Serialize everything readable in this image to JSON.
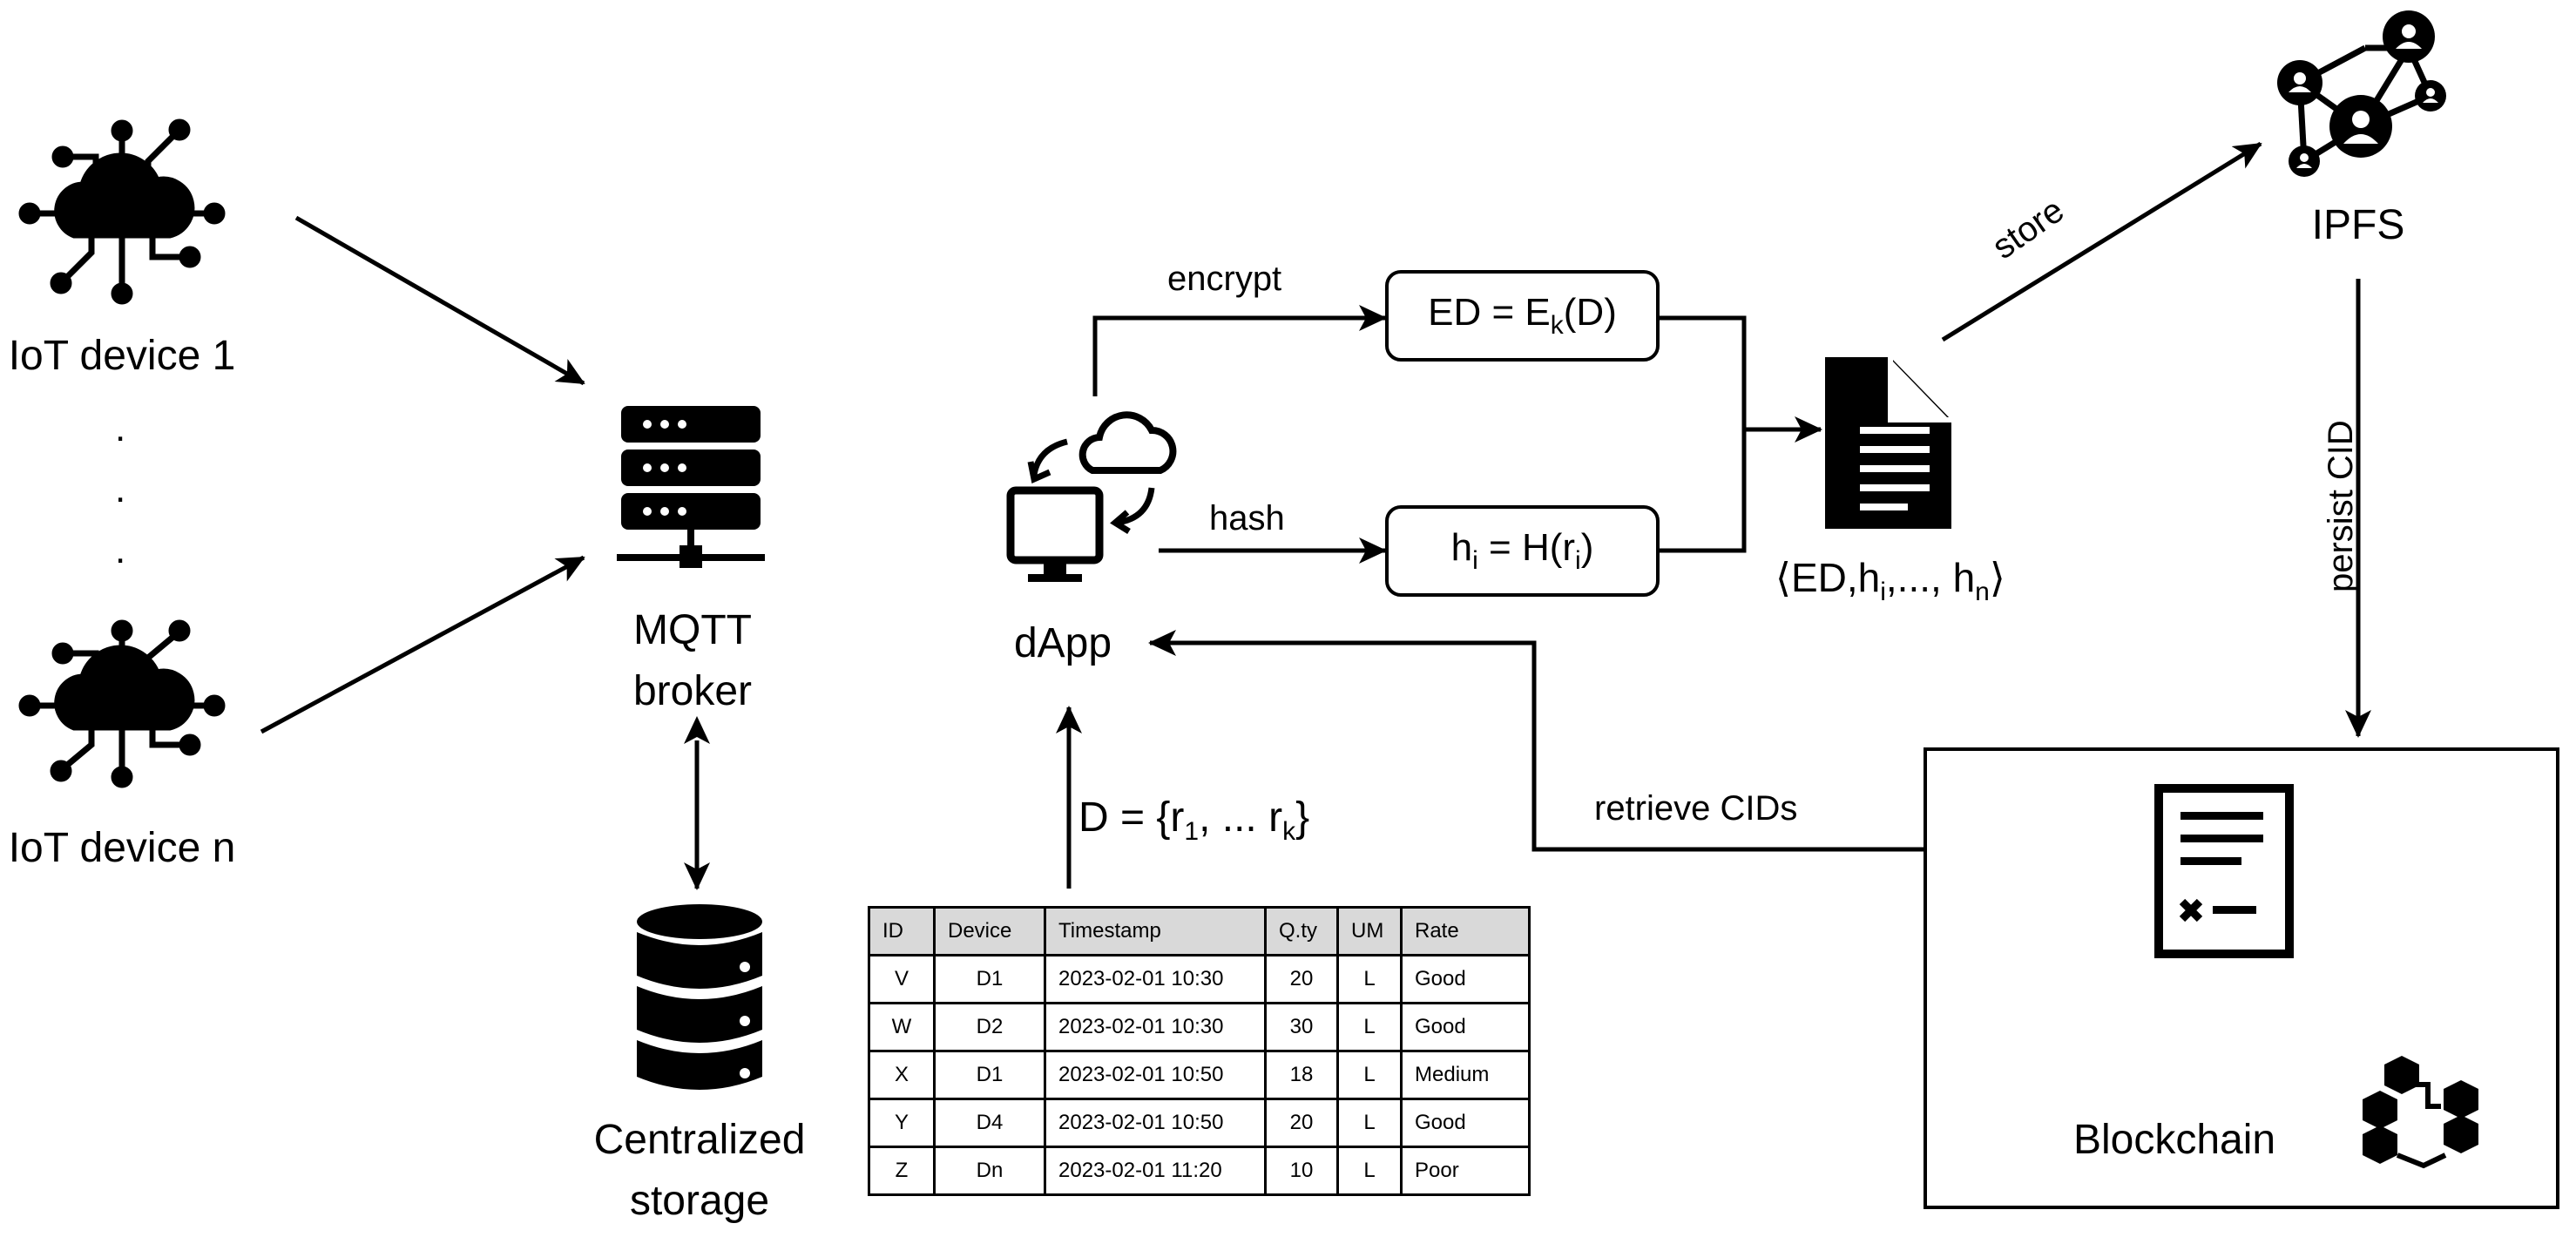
{
  "nodes": {
    "iot1": "IoT device 1",
    "iotn": "IoT device n",
    "broker_line1": "MQTT",
    "broker_line2": "broker",
    "storage_line1": "Centralized",
    "storage_line2": "storage",
    "dapp": "dApp",
    "ipfs": "IPFS",
    "blockchain": "Blockchain"
  },
  "edges": {
    "encrypt": "encrypt",
    "hash": "hash",
    "store": "store",
    "persist": "persist CID",
    "retrieve": "retrieve CIDs"
  },
  "formulas": {
    "ed_prefix": "ED = E",
    "ed_sub": "k",
    "ed_suffix": "(D)",
    "h_prefix": "h",
    "h_sub": "i",
    "h_mid": " = H(r",
    "h_sub2": "i",
    "h_suffix": ")",
    "tuple_a": "⟨ED,h",
    "tuple_sub1": "i",
    "tuple_b": ",..., h",
    "tuple_sub2": "n",
    "tuple_c": "⟩",
    "d_a": "D = {r",
    "d_sub1": "1",
    "d_b": ", ... r",
    "d_sub2": "k",
    "d_c": "}"
  },
  "table": {
    "headers": [
      "ID",
      "Device",
      "Timestamp",
      "Q.ty",
      "UM",
      "Rate"
    ],
    "rows": [
      [
        "V",
        "D1",
        "2023-02-01 10:30",
        "20",
        "L",
        "Good"
      ],
      [
        "W",
        "D2",
        "2023-02-01 10:30",
        "30",
        "L",
        "Good"
      ],
      [
        "X",
        "D1",
        "2023-02-01 10:50",
        "18",
        "L",
        "Medium"
      ],
      [
        "Y",
        "D4",
        "2023-02-01 10:50",
        "20",
        "L",
        "Good"
      ],
      [
        "Z",
        "Dn",
        "2023-02-01 11:20",
        "10",
        "L",
        "Poor"
      ]
    ]
  }
}
